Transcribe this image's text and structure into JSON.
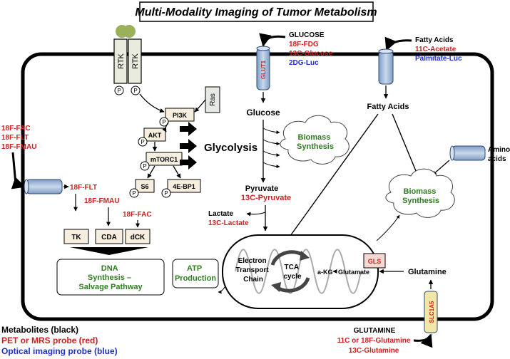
{
  "title": "Multi-Modality Imaging of Tumor Metabolism",
  "colors": {
    "metabolite": "#000000",
    "pet_probe": "#cc1f1f",
    "optical_probe": "#1f2fcc",
    "biomass": "#2e7d1e",
    "green_fill": "#ffffff",
    "box_fill": "#f6efe0",
    "transporter_fill": "#b4c7e2",
    "transporter_stroke": "#2d4a73",
    "rtk_ligand": "#9bb05a",
    "gls_fill": "#f7d9d3",
    "slc1a5_fill": "#f3e7a8"
  },
  "signaling": {
    "rtk1": "RTK",
    "rtk2": "RTK",
    "ras": "Ras",
    "pi3k": "PI3K",
    "akt": "AKT",
    "mtorc1": "mTORC1",
    "s6": "S6",
    "ebp1": "4E-BP1",
    "phospho": "P",
    "glycolysis": "Glycolysis"
  },
  "glucose": {
    "header": "GLUCOSE",
    "probe1": "18F-FDG",
    "probe2": "13C-Glucose",
    "probe3": "2DG-Luc",
    "transporter": "GLUT1",
    "glucose_label": "Glucose",
    "pyruvate": "Pyruvate",
    "pyruvate_probe": "13C-Pyruvate",
    "lactate": "Lactate",
    "lactate_probe": "13C-Lactate"
  },
  "biomass": {
    "left": "Biomass Synthesis",
    "right": "Biomass Synthesis"
  },
  "fatty": {
    "header": "Fatty Acids",
    "probe1": "11C-Acetate",
    "probe2": "Palmitate-Luc",
    "inner": "Fatty Acids"
  },
  "amino": {
    "label": "Amino acids"
  },
  "nucleoside": {
    "probe1": "18F-FAC",
    "probe2": "18F-FLT",
    "probe3": "18F-FMAU",
    "in_flt": "18F-FLT",
    "in_fmau": "18F-FMAU",
    "in_fac": "18F-FAC",
    "tk": "TK",
    "cda": "CDA",
    "dck": "dCK",
    "dna": "DNA Synthesis – Salvage Pathway"
  },
  "mito": {
    "etc": "Electron Transport Chain",
    "tca": "TCA cycle",
    "akg": "a-KG",
    "glutamate": "Glutamate",
    "gls": "GLS",
    "atp": "ATP Production"
  },
  "glutamine": {
    "inner": "Glutamine",
    "transporter": "SLC1A5",
    "header": "GLUTAMINE",
    "probe1": "11C or 18F-Glutamine",
    "probe2": "13C-Glutamine"
  },
  "legend": {
    "metabolites": "Metabolites (black)",
    "pet": "PET or MRS probe (red)",
    "optical": "Optical imaging probe (blue)"
  }
}
